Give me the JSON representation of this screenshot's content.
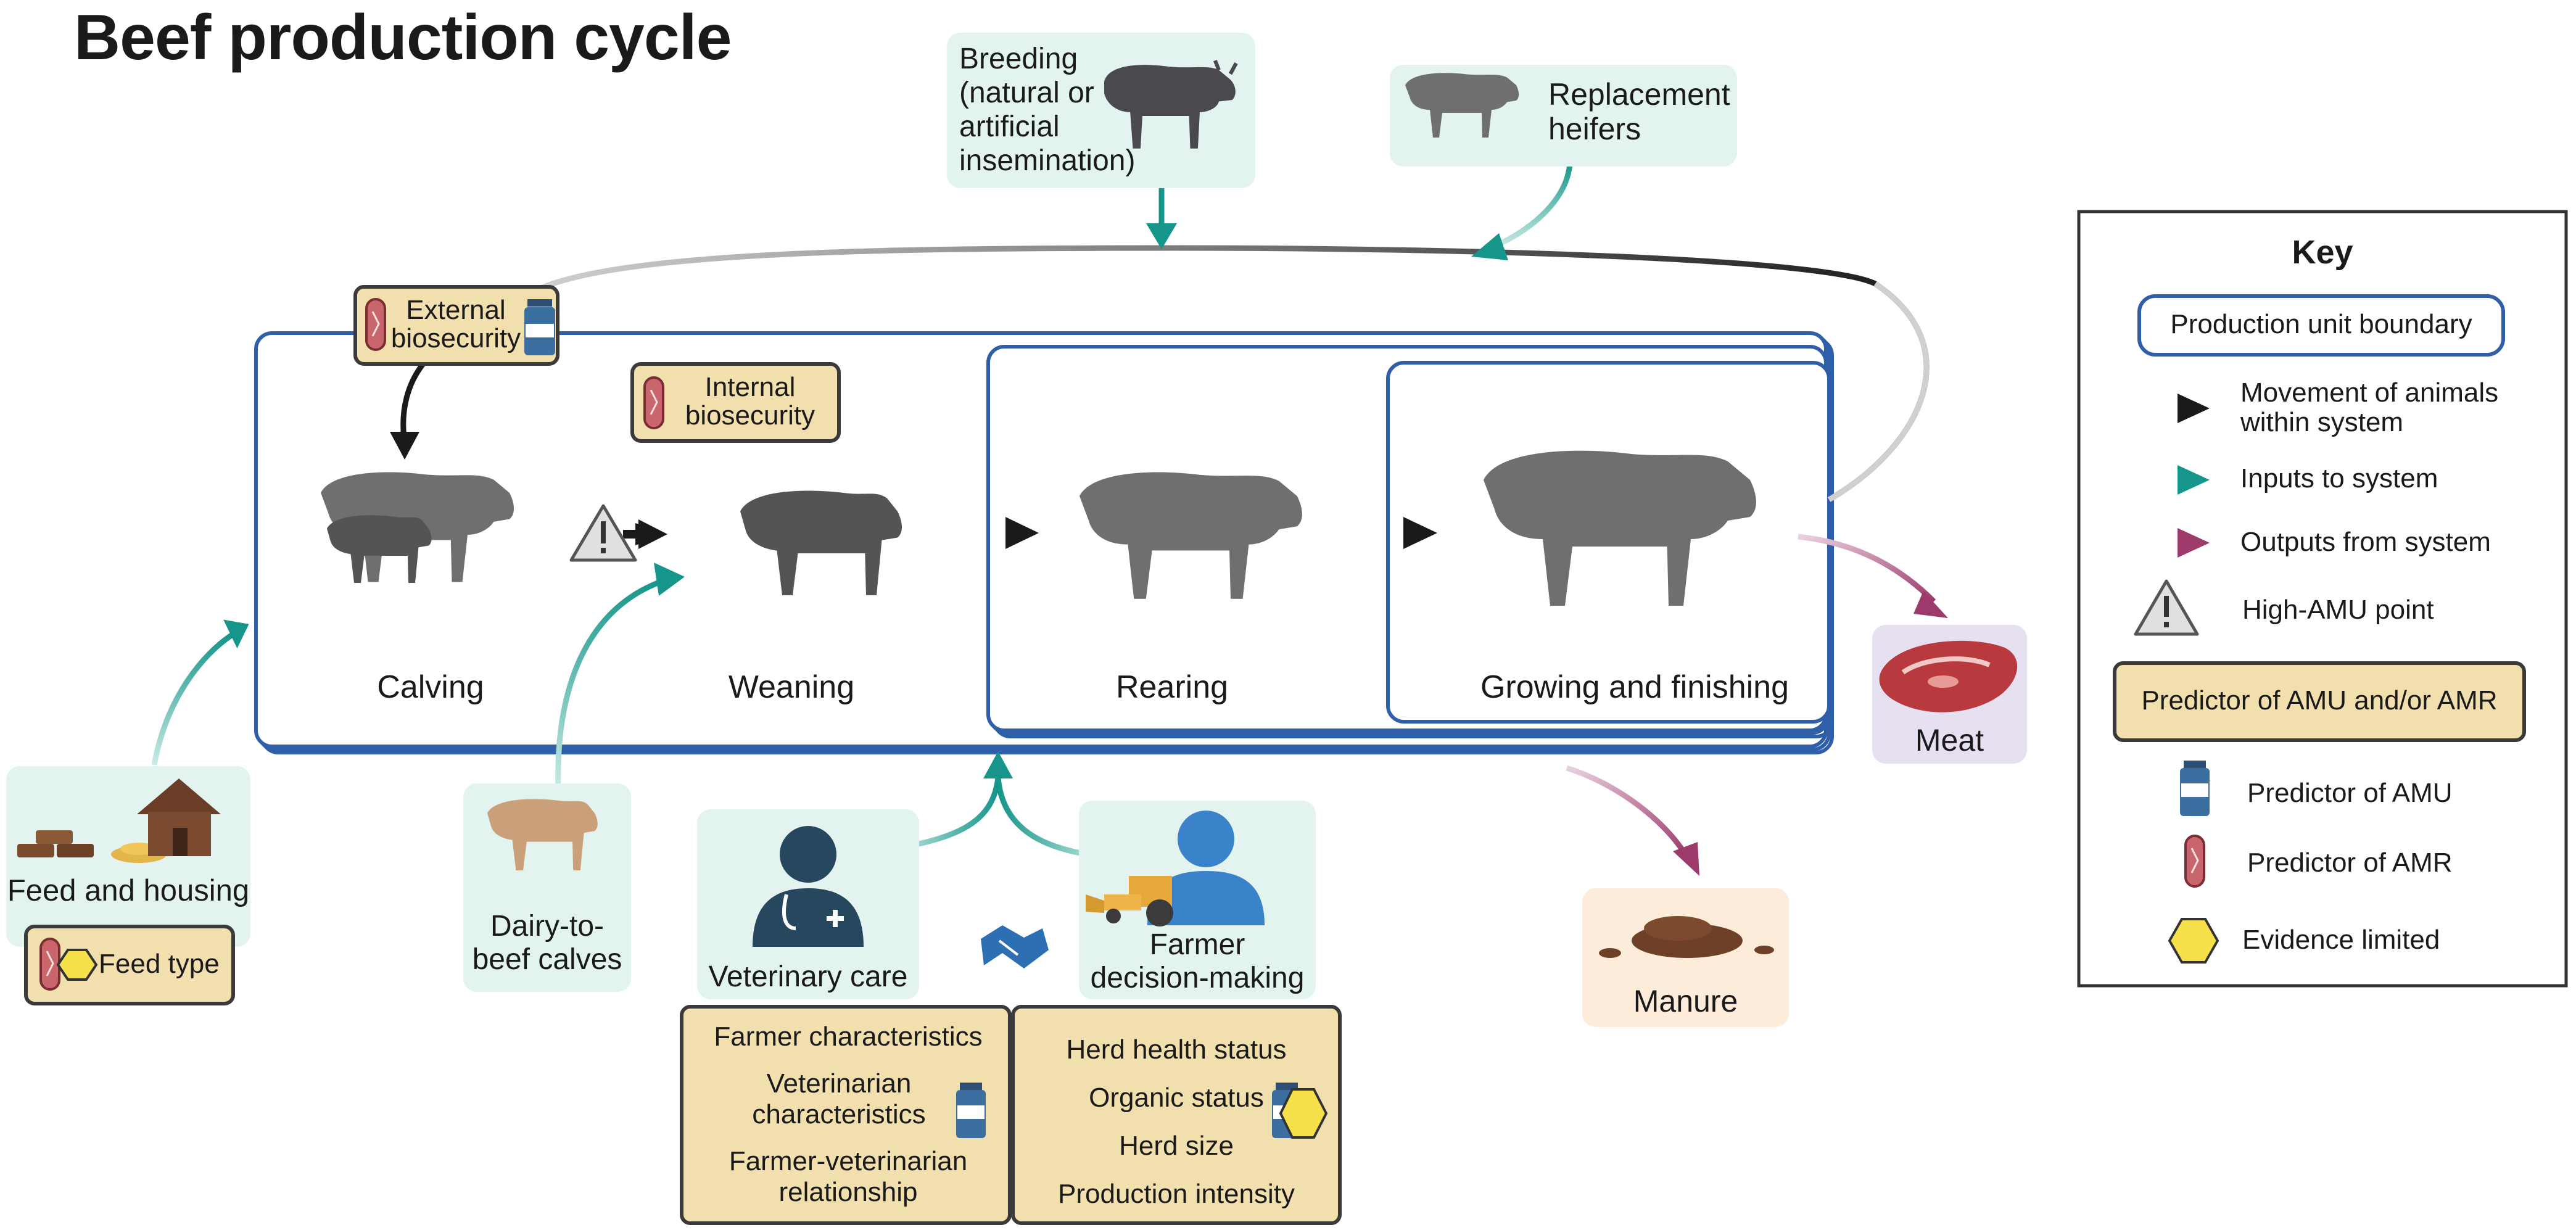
{
  "title": "Beef production cycle",
  "stages": {
    "calving": "Calving",
    "weaning": "Weaning",
    "rearing": "Rearing",
    "growing": "Growing and finishing"
  },
  "inputs": {
    "breeding": [
      "Breeding",
      "(natural or",
      "artificial",
      "insemination)"
    ],
    "replacement": [
      "Replacement",
      "heifers"
    ],
    "feed_housing": "Feed and housing",
    "dairy_calves": [
      "Dairy-to-",
      "beef calves"
    ],
    "vet_care": "Veterinary care",
    "farmer": [
      "Farmer",
      "decision-making"
    ]
  },
  "outputs": {
    "meat": "Meat",
    "manure": "Manure"
  },
  "predictors": {
    "external": [
      "External",
      "biosecurity"
    ],
    "internal": [
      "Internal",
      "biosecurity"
    ],
    "feed_type": "Feed type",
    "vet_list": [
      "Farmer characteristics",
      "Veterinarian",
      "characteristics",
      "Farmer-veterinarian",
      "relationship"
    ],
    "farmer_list": [
      "Herd health status",
      "Organic status",
      "Herd size",
      "Production intensity"
    ]
  },
  "key": {
    "title": "Key",
    "boundary": "Production unit boundary",
    "movement": [
      "Movement of animals",
      "within system"
    ],
    "inputs": "Inputs to system",
    "outputs": "Outputs from system",
    "high_amu": "High-AMU point",
    "predictor": "Predictor of AMU and/or AMR",
    "pred_amu": "Predictor of AMU",
    "pred_amr": "Predictor of AMR",
    "evidence": "Evidence limited"
  },
  "colors": {
    "boundary": "#2e5fa8",
    "input_arrow": "#16958a",
    "output_arrow": "#9b3a6b",
    "movement_arrow": "#1a1a1a",
    "input_bg": "#e3f3ef",
    "predictor_bg": "#f2dfae",
    "meat_bg": "#e6e0f1",
    "manure_bg": "#fcecd9",
    "amu_bottle": "#3a6fa0",
    "amr_bacterium": "#c9666c",
    "evidence_yellow": "#f6e14a",
    "cow": "#6f6f72",
    "calf_dairy": "#c9a07a",
    "person": "#3a82c9"
  },
  "icons": [
    "cow-icon",
    "bull-icon",
    "calf-icon",
    "dairy-calf-icon",
    "house-icon",
    "hay-icon",
    "wood-icon",
    "doctor-icon",
    "farmer-icon",
    "tractor-icon",
    "handshake-icon",
    "steak-icon",
    "manure-icon",
    "warning-icon",
    "bottle-icon",
    "bacterium-icon",
    "question-icon"
  ]
}
